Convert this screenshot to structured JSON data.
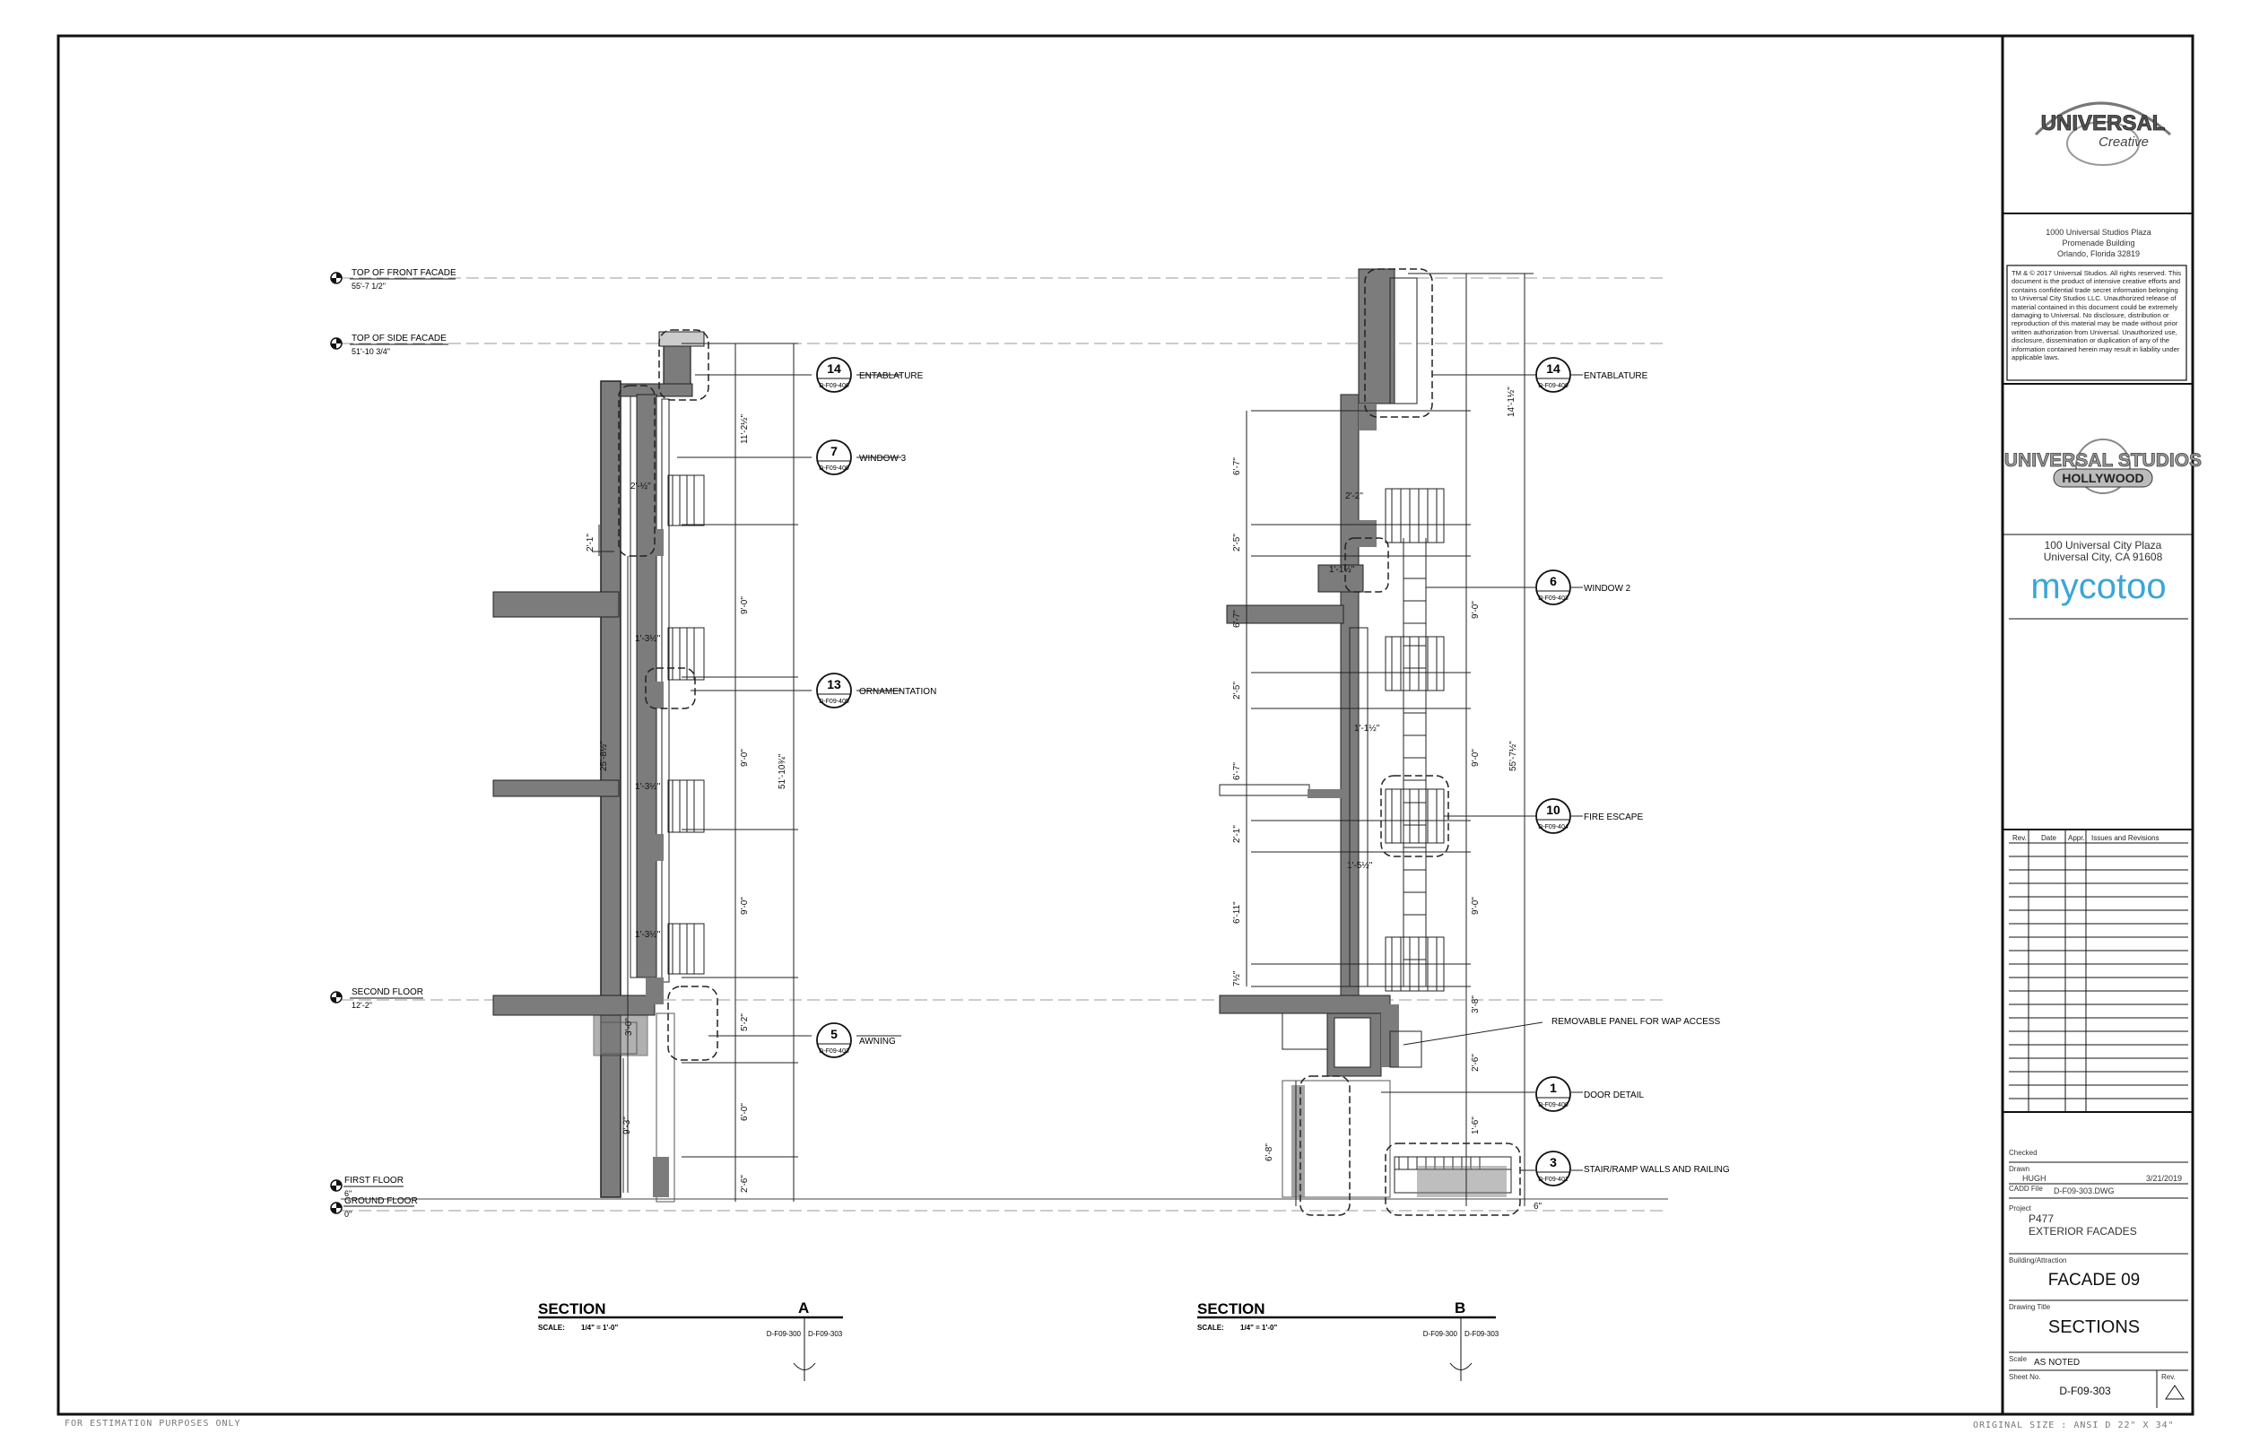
{
  "levels": [
    {
      "name": "TOP OF FRONT FACADE",
      "elev": "55'-7 1/2\""
    },
    {
      "name": "TOP OF SIDE FACADE",
      "elev": "51'-10 3/4\""
    },
    {
      "name": "SECOND FLOOR",
      "elev": "12'-2\""
    },
    {
      "name": "FIRST FLOOR",
      "elev": "6\""
    },
    {
      "name": "GROUND FLOOR",
      "elev": "0\""
    }
  ],
  "section_a": {
    "title": "SECTION",
    "letter": "A",
    "scale_label": "SCALE:",
    "scale": "1/4\" = 1'-0\"",
    "ref_left": "D-F09-300",
    "ref_right": "D-F09-303",
    "callouts": [
      {
        "num": "14",
        "sheet": "D-F09-406",
        "label": "ENTABLATURE"
      },
      {
        "num": "7",
        "sheet": "D-F09-400",
        "label": "WINDOW 3"
      },
      {
        "num": "13",
        "sheet": "D-F09-405",
        "label": "ORNAMENTATION"
      },
      {
        "num": "5",
        "sheet": "D-F09-403",
        "label": "AWNING"
      }
    ],
    "dims": [
      "11'-2½\"",
      "9'-0\"",
      "9'-0\"",
      "9'-0\"",
      "5'-2\"",
      "6'-0\"",
      "2'-6\"",
      "51'-10¾\"",
      "25'-8½\"",
      "2'-1\"",
      "9'-3\"",
      "3'-0\"",
      "2'-½\"",
      "1'-3½\"",
      "1'-3½\"",
      "1'-3½\""
    ]
  },
  "section_b": {
    "title": "SECTION",
    "letter": "B",
    "scale_label": "SCALE:",
    "scale": "1/4\" = 1'-0\"",
    "ref_left": "D-F09-300",
    "ref_right": "D-F09-303",
    "callouts": [
      {
        "num": "14",
        "sheet": "D-F09-406",
        "label": "ENTABLATURE"
      },
      {
        "num": "6",
        "sheet": "D-F09-403",
        "label": "WINDOW 2"
      },
      {
        "num": "10",
        "sheet": "D-F09-404",
        "label": "FIRE ESCAPE"
      },
      {
        "num": "1",
        "sheet": "D-F09-400",
        "label": "DOOR DETAIL"
      },
      {
        "num": "3",
        "sheet": "D-F09-401",
        "label": "STAIR/RAMP WALLS AND RAILING"
      }
    ],
    "note": "REMOVABLE PANEL FOR WAP ACCESS",
    "dims": [
      "14'-1½\"",
      "6'-7\"",
      "2'-5\"",
      "6'-7\"",
      "2'-5\"",
      "6'-7\"",
      "2'-1\"",
      "6'-11\"",
      "7½\"",
      "9'-0\"",
      "9'-0\"",
      "9'-0\"",
      "3'-8\"",
      "2'-6\"",
      "1'-6\"",
      "6'-8\"",
      "55'-7½\"",
      "2'-2\"",
      "1'-1½\"",
      "1'-1½\"",
      "1'-5½\"",
      "6\""
    ]
  },
  "title_block": {
    "uc_logo_main": "UNIVERSAL",
    "uc_logo_sub": "Creative",
    "uc_address": [
      "1000 Universal Studios Plaza",
      "Promenade Building",
      "Orlando, Florida 32819"
    ],
    "legal": "TM & © 2017 Universal Studios. All rights reserved. This document is the product of intensive creative efforts and contains confidential trade secret information belonging to Universal City Studios LLC. Unauthorized release of material contained in this document could be extremely damaging to Universal. No disclosure, distribution or reproduction of this material may be made without prior written authorization from Universal. Unauthorized use, disclosure, dissemination or duplication of any of the information contained herein may result in liability under applicable laws.",
    "ush_logo_main": "UNIVERSAL STUDIOS",
    "ush_logo_sub": "HOLLYWOOD",
    "ush_address": [
      "100 Universal City Plaza",
      "Universal City, CA 91608"
    ],
    "brand": "mycotoo",
    "rev_headers": [
      "Rev.",
      "Date",
      "Appr.",
      "Issues and Revisions"
    ],
    "checked_label": "Checked",
    "drawn_label": "Drawn",
    "drawn": "HUGH",
    "date": "3/21/2019",
    "cadd_label": "CADD File",
    "cadd": "D-F09-303.DWG",
    "project_label": "Project",
    "project_num": "P477",
    "project_name": "EXTERIOR FACADES",
    "building_label": "Building/Attraction",
    "building": "FACADE 09",
    "drawing_title_label": "Drawing Title",
    "drawing_title": "SECTIONS",
    "scale_label": "Scale",
    "scale": "AS NOTED",
    "sheet_label": "Sheet No.",
    "sheet": "D-F09-303",
    "rev_label": "Rev."
  },
  "footer_left": "FOR ESTIMATION PURPOSES ONLY",
  "footer_right": "ORIGINAL SIZE : ANSI D 22\" X 34\""
}
